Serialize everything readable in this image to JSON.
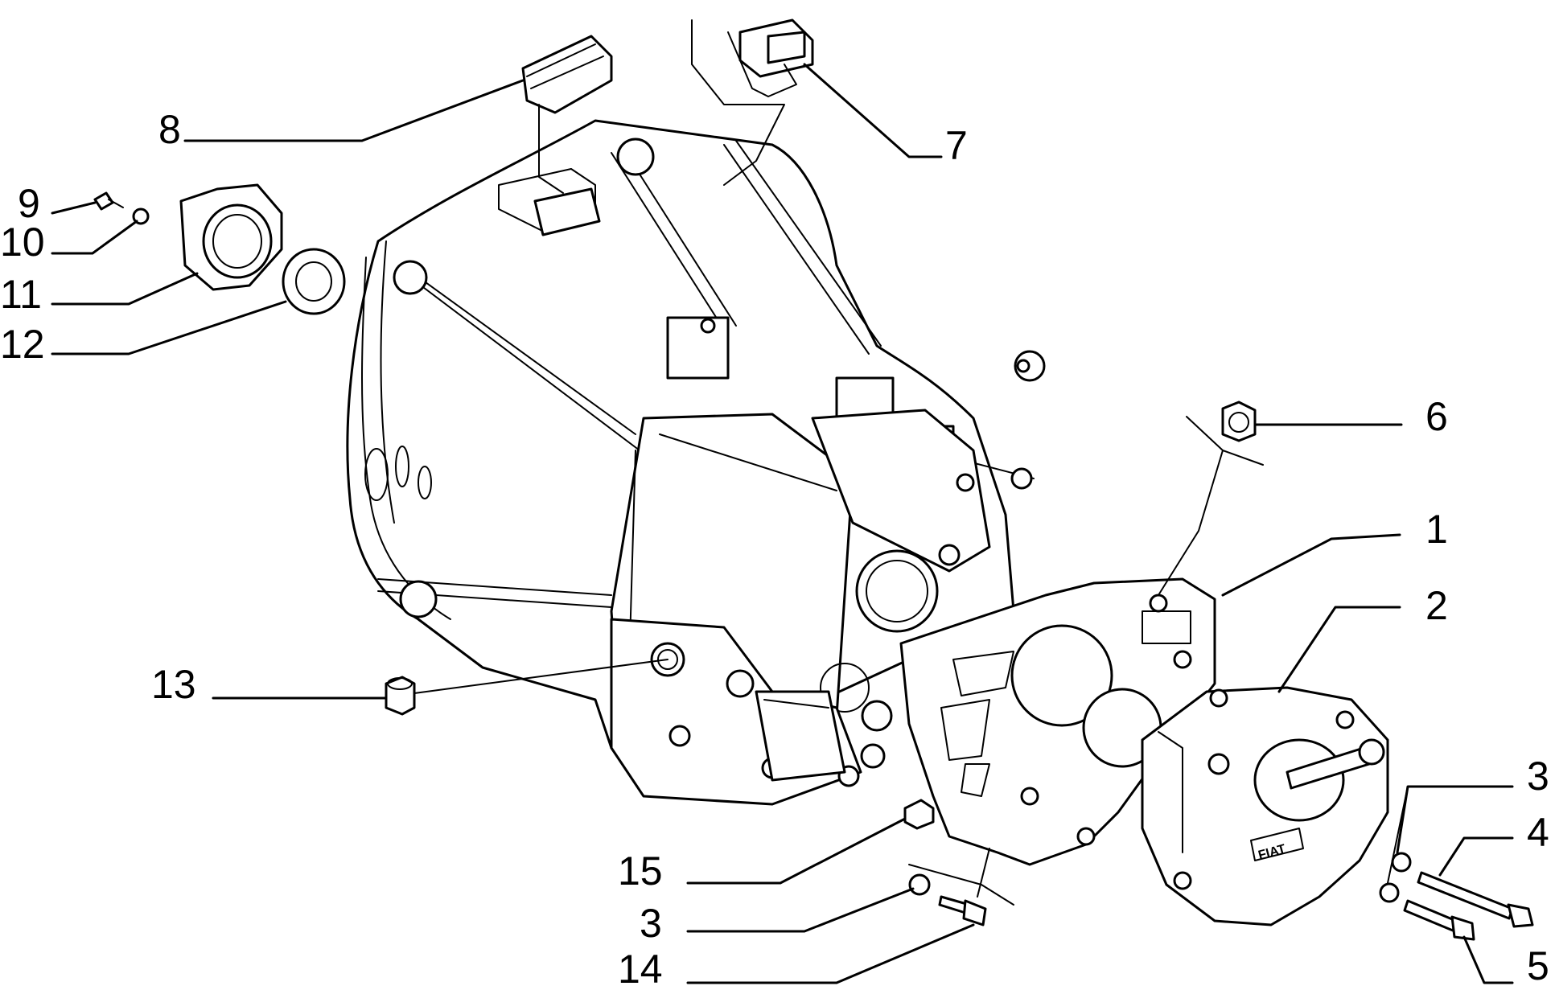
{
  "callouts": [
    {
      "id": "c1",
      "label": "1"
    },
    {
      "id": "c2",
      "label": "2"
    },
    {
      "id": "c3a",
      "label": "3"
    },
    {
      "id": "c4",
      "label": "4"
    },
    {
      "id": "c5",
      "label": "5"
    },
    {
      "id": "c6",
      "label": "6"
    },
    {
      "id": "c7",
      "label": "7"
    },
    {
      "id": "c8",
      "label": "8"
    },
    {
      "id": "c9",
      "label": "9"
    },
    {
      "id": "c10",
      "label": "10"
    },
    {
      "id": "c11",
      "label": "11"
    },
    {
      "id": "c12",
      "label": "12"
    },
    {
      "id": "c13",
      "label": "13"
    },
    {
      "id": "c15",
      "label": "15"
    },
    {
      "id": "c3b",
      "label": "3"
    },
    {
      "id": "c14",
      "label": "14"
    }
  ],
  "cover_badge": "FIAT"
}
